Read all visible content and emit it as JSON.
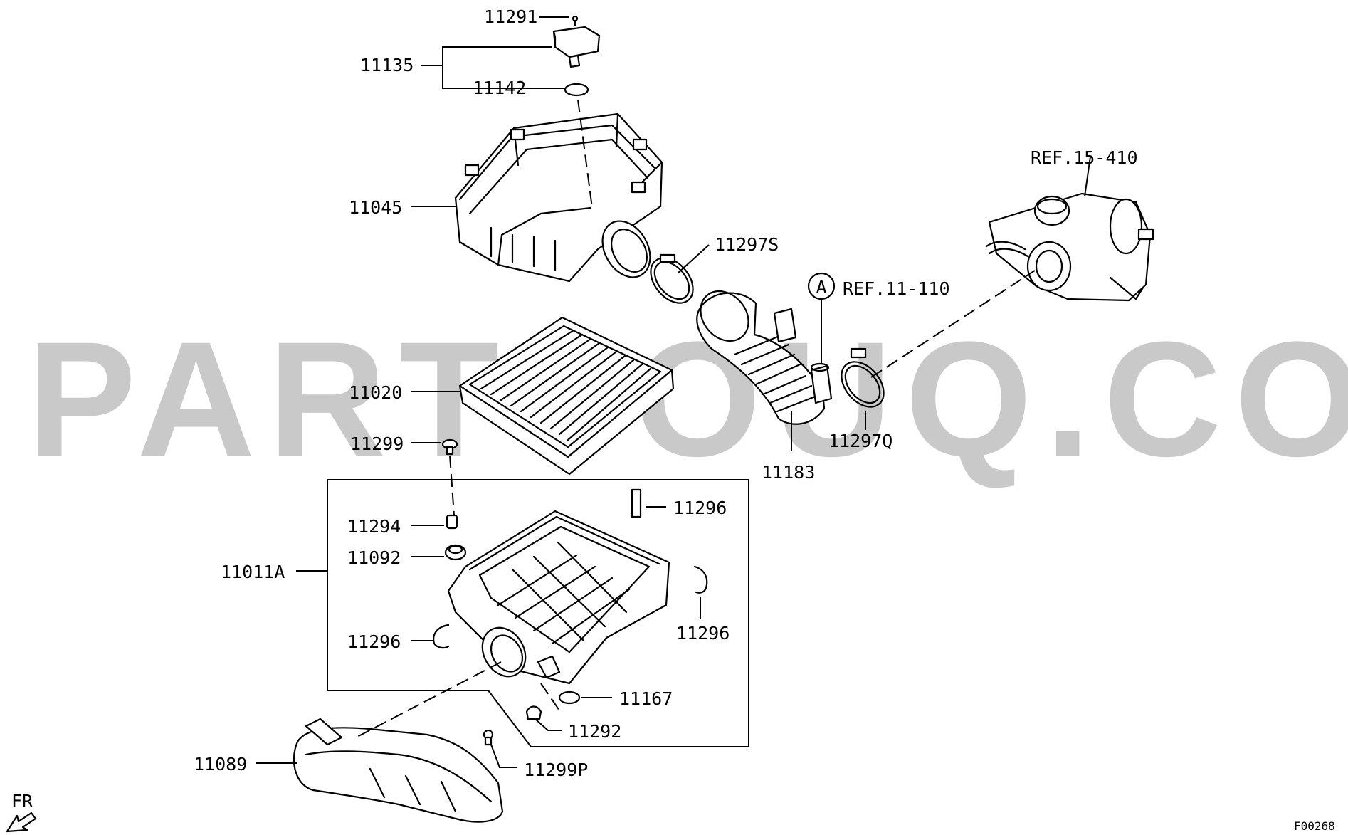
{
  "watermark": "PARTSOUQ.COM",
  "diagram_code": "F00268",
  "orientation": "FR",
  "callout_circle": "A",
  "labels": {
    "p11291": "11291",
    "p11135": "11135",
    "p11142": "11142",
    "p11045": "11045",
    "p11297S": "11297S",
    "ref_11_110": "REF.11-110",
    "ref_15_410": "REF.15-410",
    "p11020": "11020",
    "p11183": "11183",
    "p11297Q": "11297Q",
    "p11299": "11299",
    "p11296a": "11296",
    "p11294": "11294",
    "p11092": "11092",
    "p11011A": "11011A",
    "p11296b": "11296",
    "p11296c": "11296",
    "p11167": "11167",
    "p11292": "11292",
    "p11089": "11089",
    "p11299P": "11299P"
  }
}
